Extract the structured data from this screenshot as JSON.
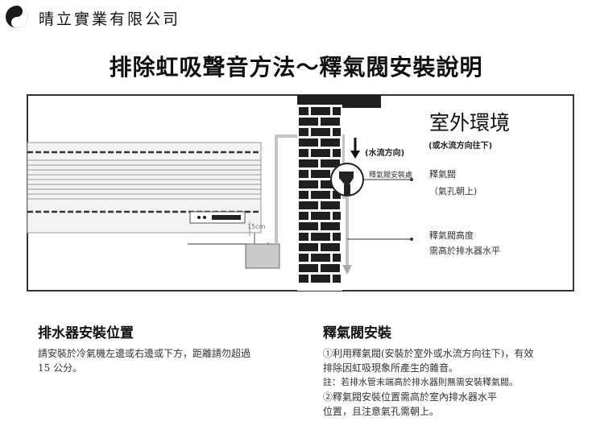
{
  "header": {
    "company": "晴立實業有限公司",
    "title": "排除虹吸聲音方法～釋氣閥安裝說明"
  },
  "diagram": {
    "outdoor_label": "室外環境",
    "outdoor_sub": "(或水流方向往下)",
    "water_dir": "(水流方向)",
    "valve_pos": "釋氣閥安裝處",
    "valve_name": "釋氣閥",
    "valve_hole": "（氣孔朝上)",
    "valve_height": "釋氣閥高度",
    "valve_higher": "需高於排水器水平",
    "dim": "15cm"
  },
  "sections": {
    "drain": {
      "title": "排水器安裝位置",
      "lines": [
        "請安裝於冷氣機左邊或右邊或下方，距離請勿超過",
        "15 公分。"
      ]
    },
    "valve": {
      "title": "釋氣閥安裝",
      "lines": [
        "①利用釋氣閥(安裝於室外或水流方向往下)，有效",
        "排除因虹吸現象所產生的雜音。",
        "註：若排水管末端高於排水器則無需安裝釋氣閥。",
        "②釋氣閥安裝位置需高於室內排水器水平",
        "位置，且注意氣孔需朝上。"
      ]
    }
  }
}
